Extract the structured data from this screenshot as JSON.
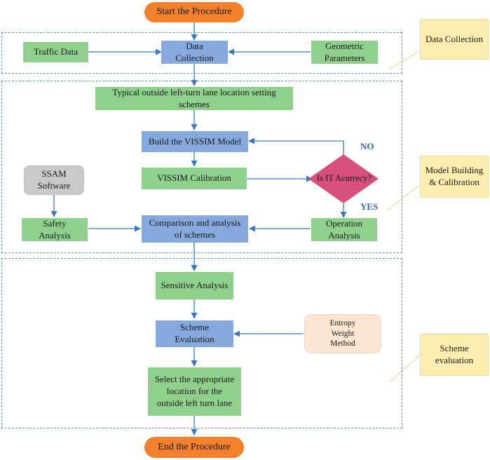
{
  "nodes": {
    "start": "Start the Procedure",
    "traffic_data": "Traffic Data",
    "data_collection": "Data\nCollection",
    "geometric": "Geometric\nParameters",
    "typical": "Typical outside left-turn lane location setting\nschemes",
    "build_model": "Build the VISSIM Model",
    "ssam": "SSAM\nSoftware",
    "calibration": "VISSIM Calibration",
    "decision": "Is IT Acurrecy?",
    "safety": "Safety\nAnalysis",
    "comparison": "Comparison and analysis\nof schemes",
    "operation": "Operation\nAnalysis",
    "sensitive": "Sensitive Analysis",
    "scheme_eval": "Scheme\nEvaluation",
    "entropy": "Entropy\nWeight\nMethod",
    "select": "Select the appropriate\nlocation for the\noutside left turn lane",
    "end": "End the Procedure"
  },
  "branch_labels": {
    "no": "NO",
    "yes": "YES"
  },
  "notes": {
    "data_collection": "Data Collection",
    "model_building": "Model Building\n& Calibration",
    "scheme_evaluation": "Scheme\nevaluation"
  },
  "colors": {
    "process_green": "#8fd18c",
    "process_blue": "#86a9de",
    "terminal_orange": "#f2802c",
    "decision_magenta": "#d74f7c",
    "note_yellow": "#fdeeb0",
    "arrow_blue": "#3a78c2"
  }
}
